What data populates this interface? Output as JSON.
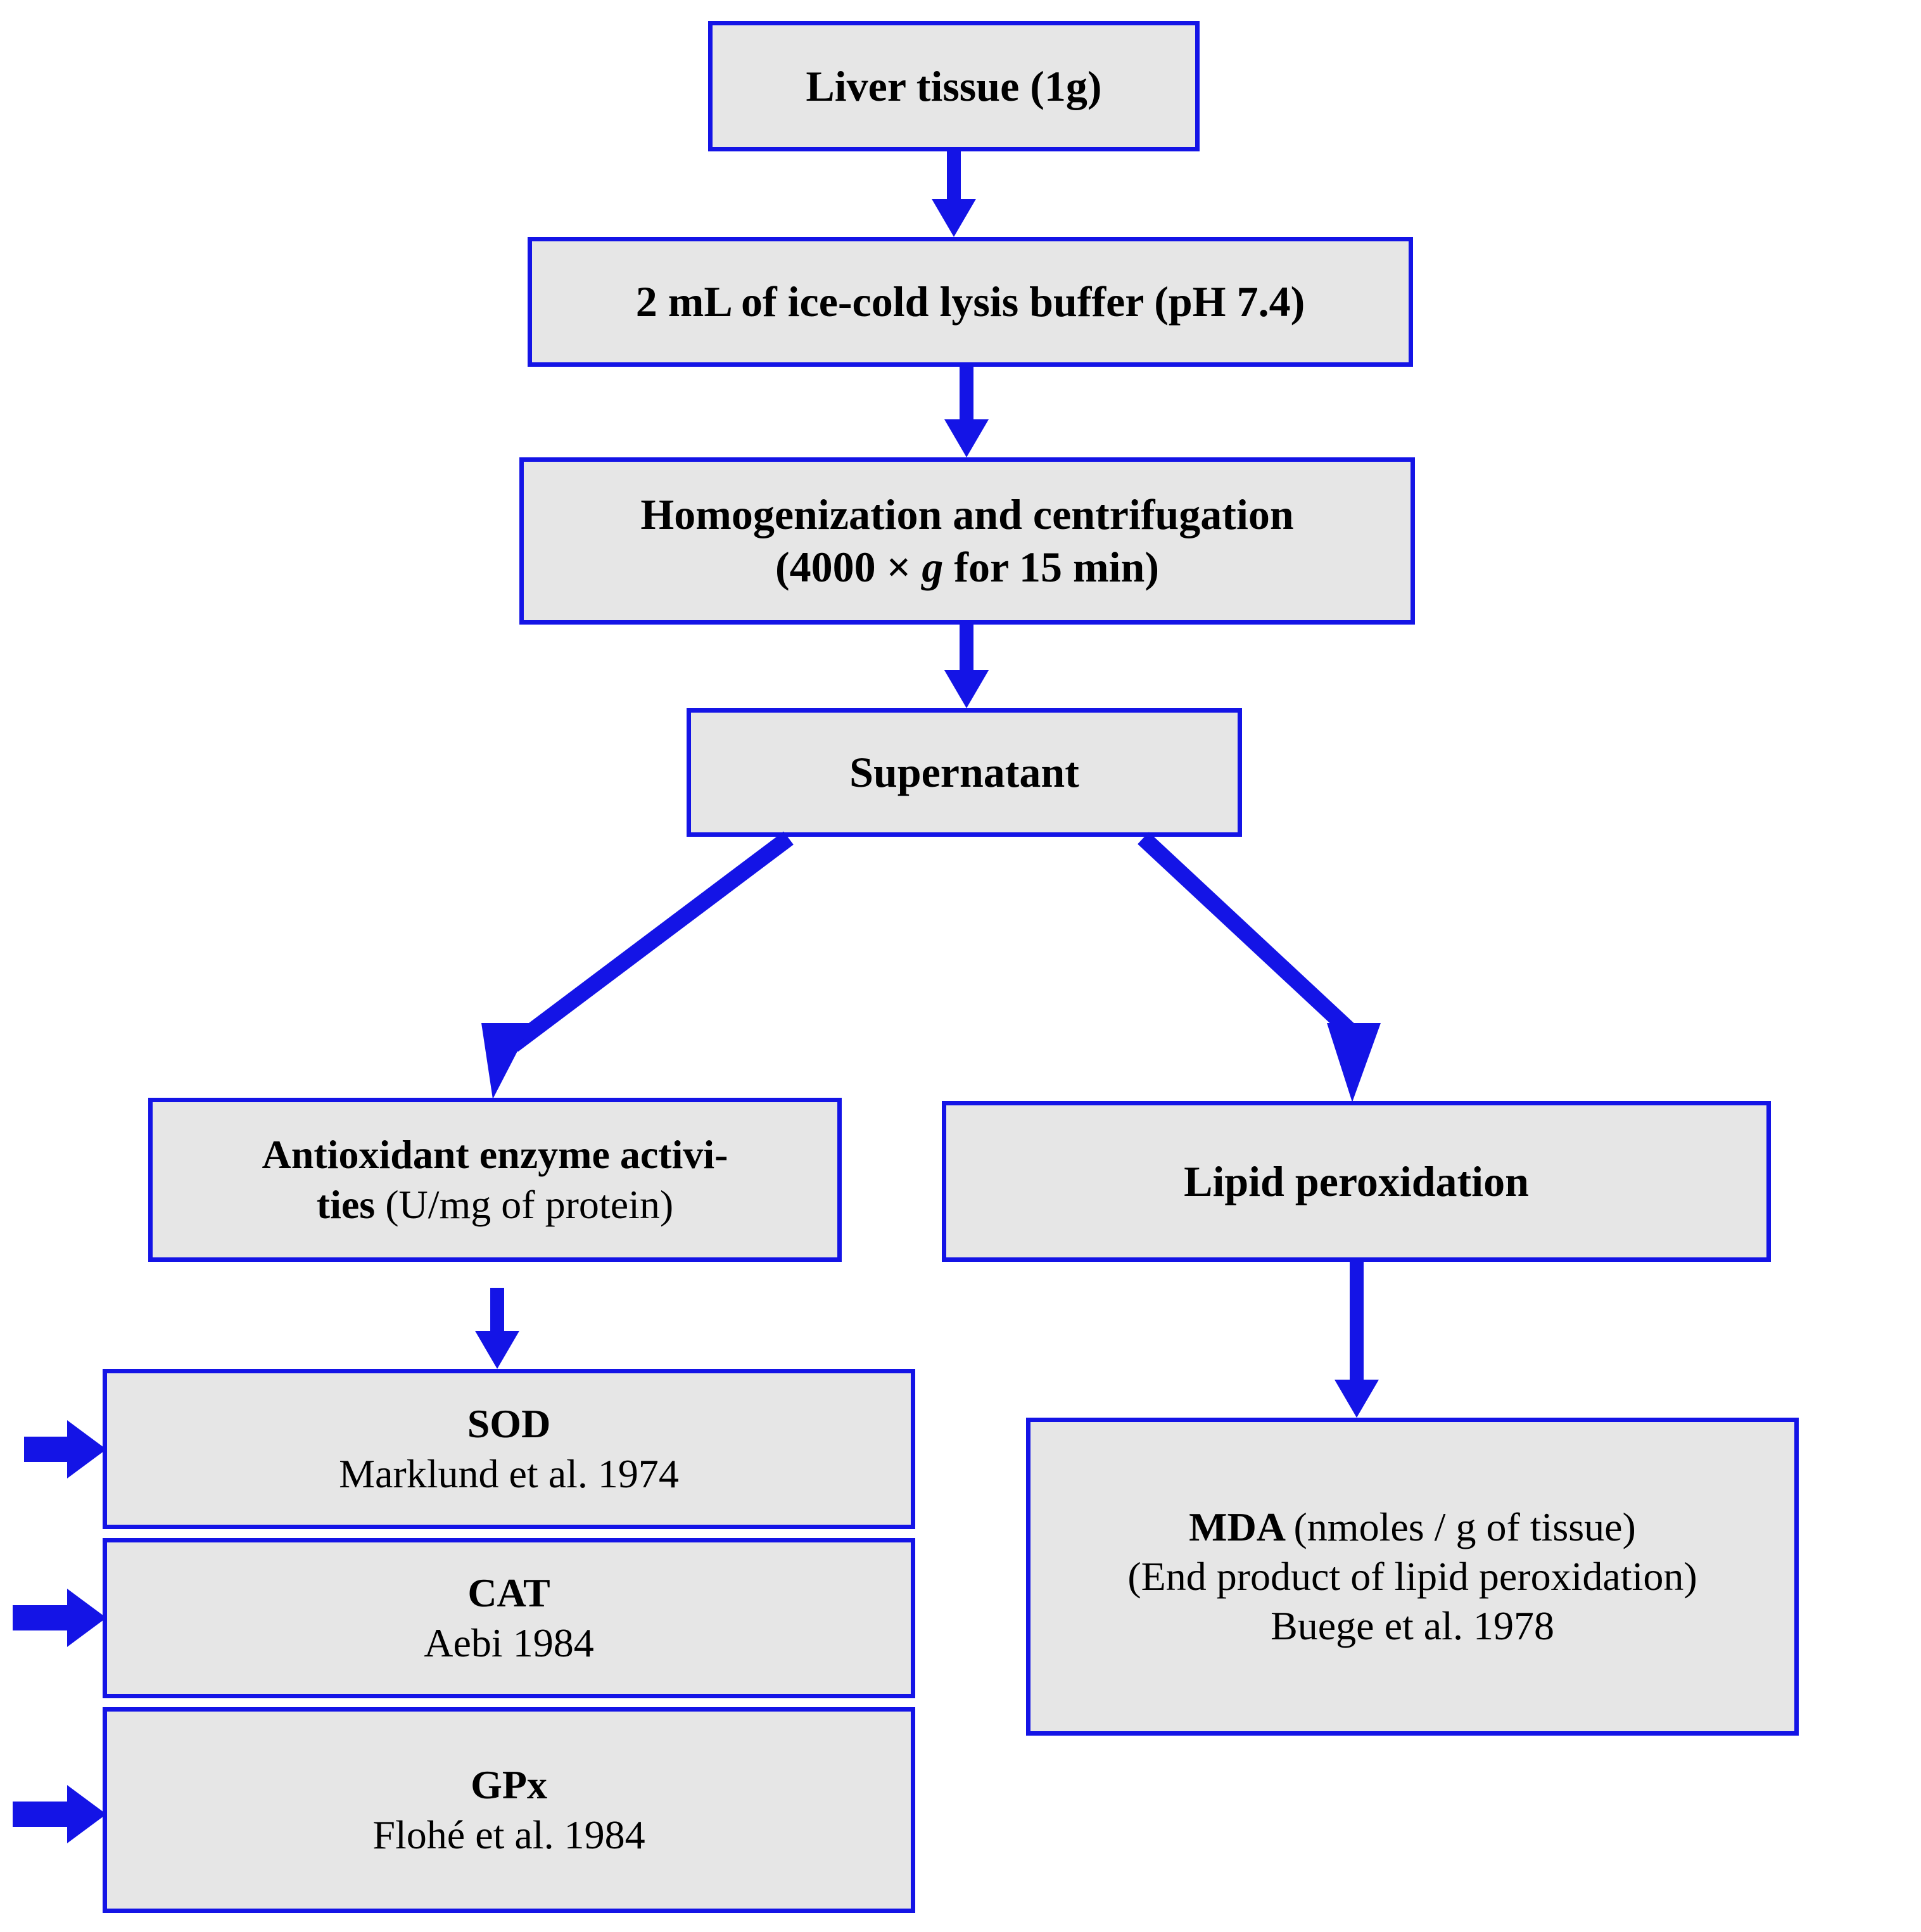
{
  "diagram": {
    "title": "Liver tissue oxidative stress assay workflow",
    "accent_color": "#1414e6",
    "node_fill": "#e6e6e6",
    "text_color": "#000000"
  },
  "nodes": {
    "liver_tissue": {
      "text": "Liver tissue (1g)"
    },
    "lysis_buffer": {
      "text": "2 mL of ice-cold lysis buffer (pH 7.4)"
    },
    "homogenization": {
      "line1": "Homogenization and centrifugation",
      "line2_pre": "(4000 × ",
      "line2_italic": "g",
      "line2_post": " for 15 min)"
    },
    "supernatant": {
      "text": "Supernatant"
    },
    "antioxidant": {
      "line1_bold": "Antioxidant enzyme activi-",
      "line2_bold": "ties ",
      "line2_plain": "(U/mg of protein)"
    },
    "lipid_peroxidation": {
      "text": "Lipid peroxidation"
    },
    "sod": {
      "title": "SOD",
      "reference": "Marklund et al. 1974"
    },
    "cat": {
      "title": "CAT",
      "reference": "Aebi 1984"
    },
    "gpx": {
      "title": "GPx",
      "reference": "Flohé et al. 1984"
    },
    "mda": {
      "line1_bold": "MDA ",
      "line1_plain": "(nmoles / g of tissue)",
      "line2": "(End product of lipid peroxidation)",
      "line3": "Buege et al. 1978"
    }
  },
  "arrows": {
    "liver_to_lysis": "arrow-down",
    "lysis_to_homog": "arrow-down",
    "homog_to_supernatant": "arrow-down",
    "supernatant_to_antioxidant": "arrow-diagonal-left",
    "supernatant_to_lipid": "arrow-diagonal-right",
    "antioxidant_to_sod": "arrow-down",
    "lipid_to_mda": "arrow-down",
    "into_sod": "block-arrow-right",
    "into_cat": "block-arrow-right",
    "into_gpx": "block-arrow-right"
  }
}
